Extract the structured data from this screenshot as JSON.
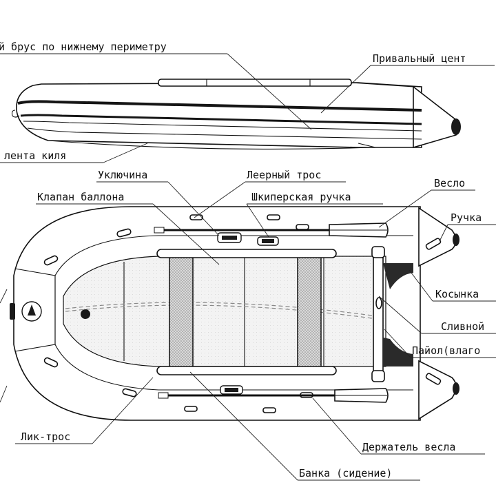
{
  "labels": {
    "perimeter_rub": "й брус по нижнему периметру",
    "fender_center": "Привальный цент",
    "keel_tape": "лента киля",
    "oarlock": "Уключина",
    "lifeline": "Леерный трос",
    "cylinder_valve": "Клапан баллона",
    "skipper_handle": "Шкиперская ручка",
    "oar": "Весло",
    "handle": "Ручка",
    "gusset": "Косынка",
    "drain": "Сливной",
    "floor": "Пайол(влаго",
    "bolt_rope": "Лик-трос",
    "oar_holder": "Держатель весла",
    "bench": "Банка (сидение)"
  },
  "colors": {
    "line": "#111111",
    "floor_fill": "#f1f1f1",
    "bench_fill": "#c8c8c8",
    "dark_fill": "#2a2a2a",
    "stripe_dark": "#151515"
  }
}
